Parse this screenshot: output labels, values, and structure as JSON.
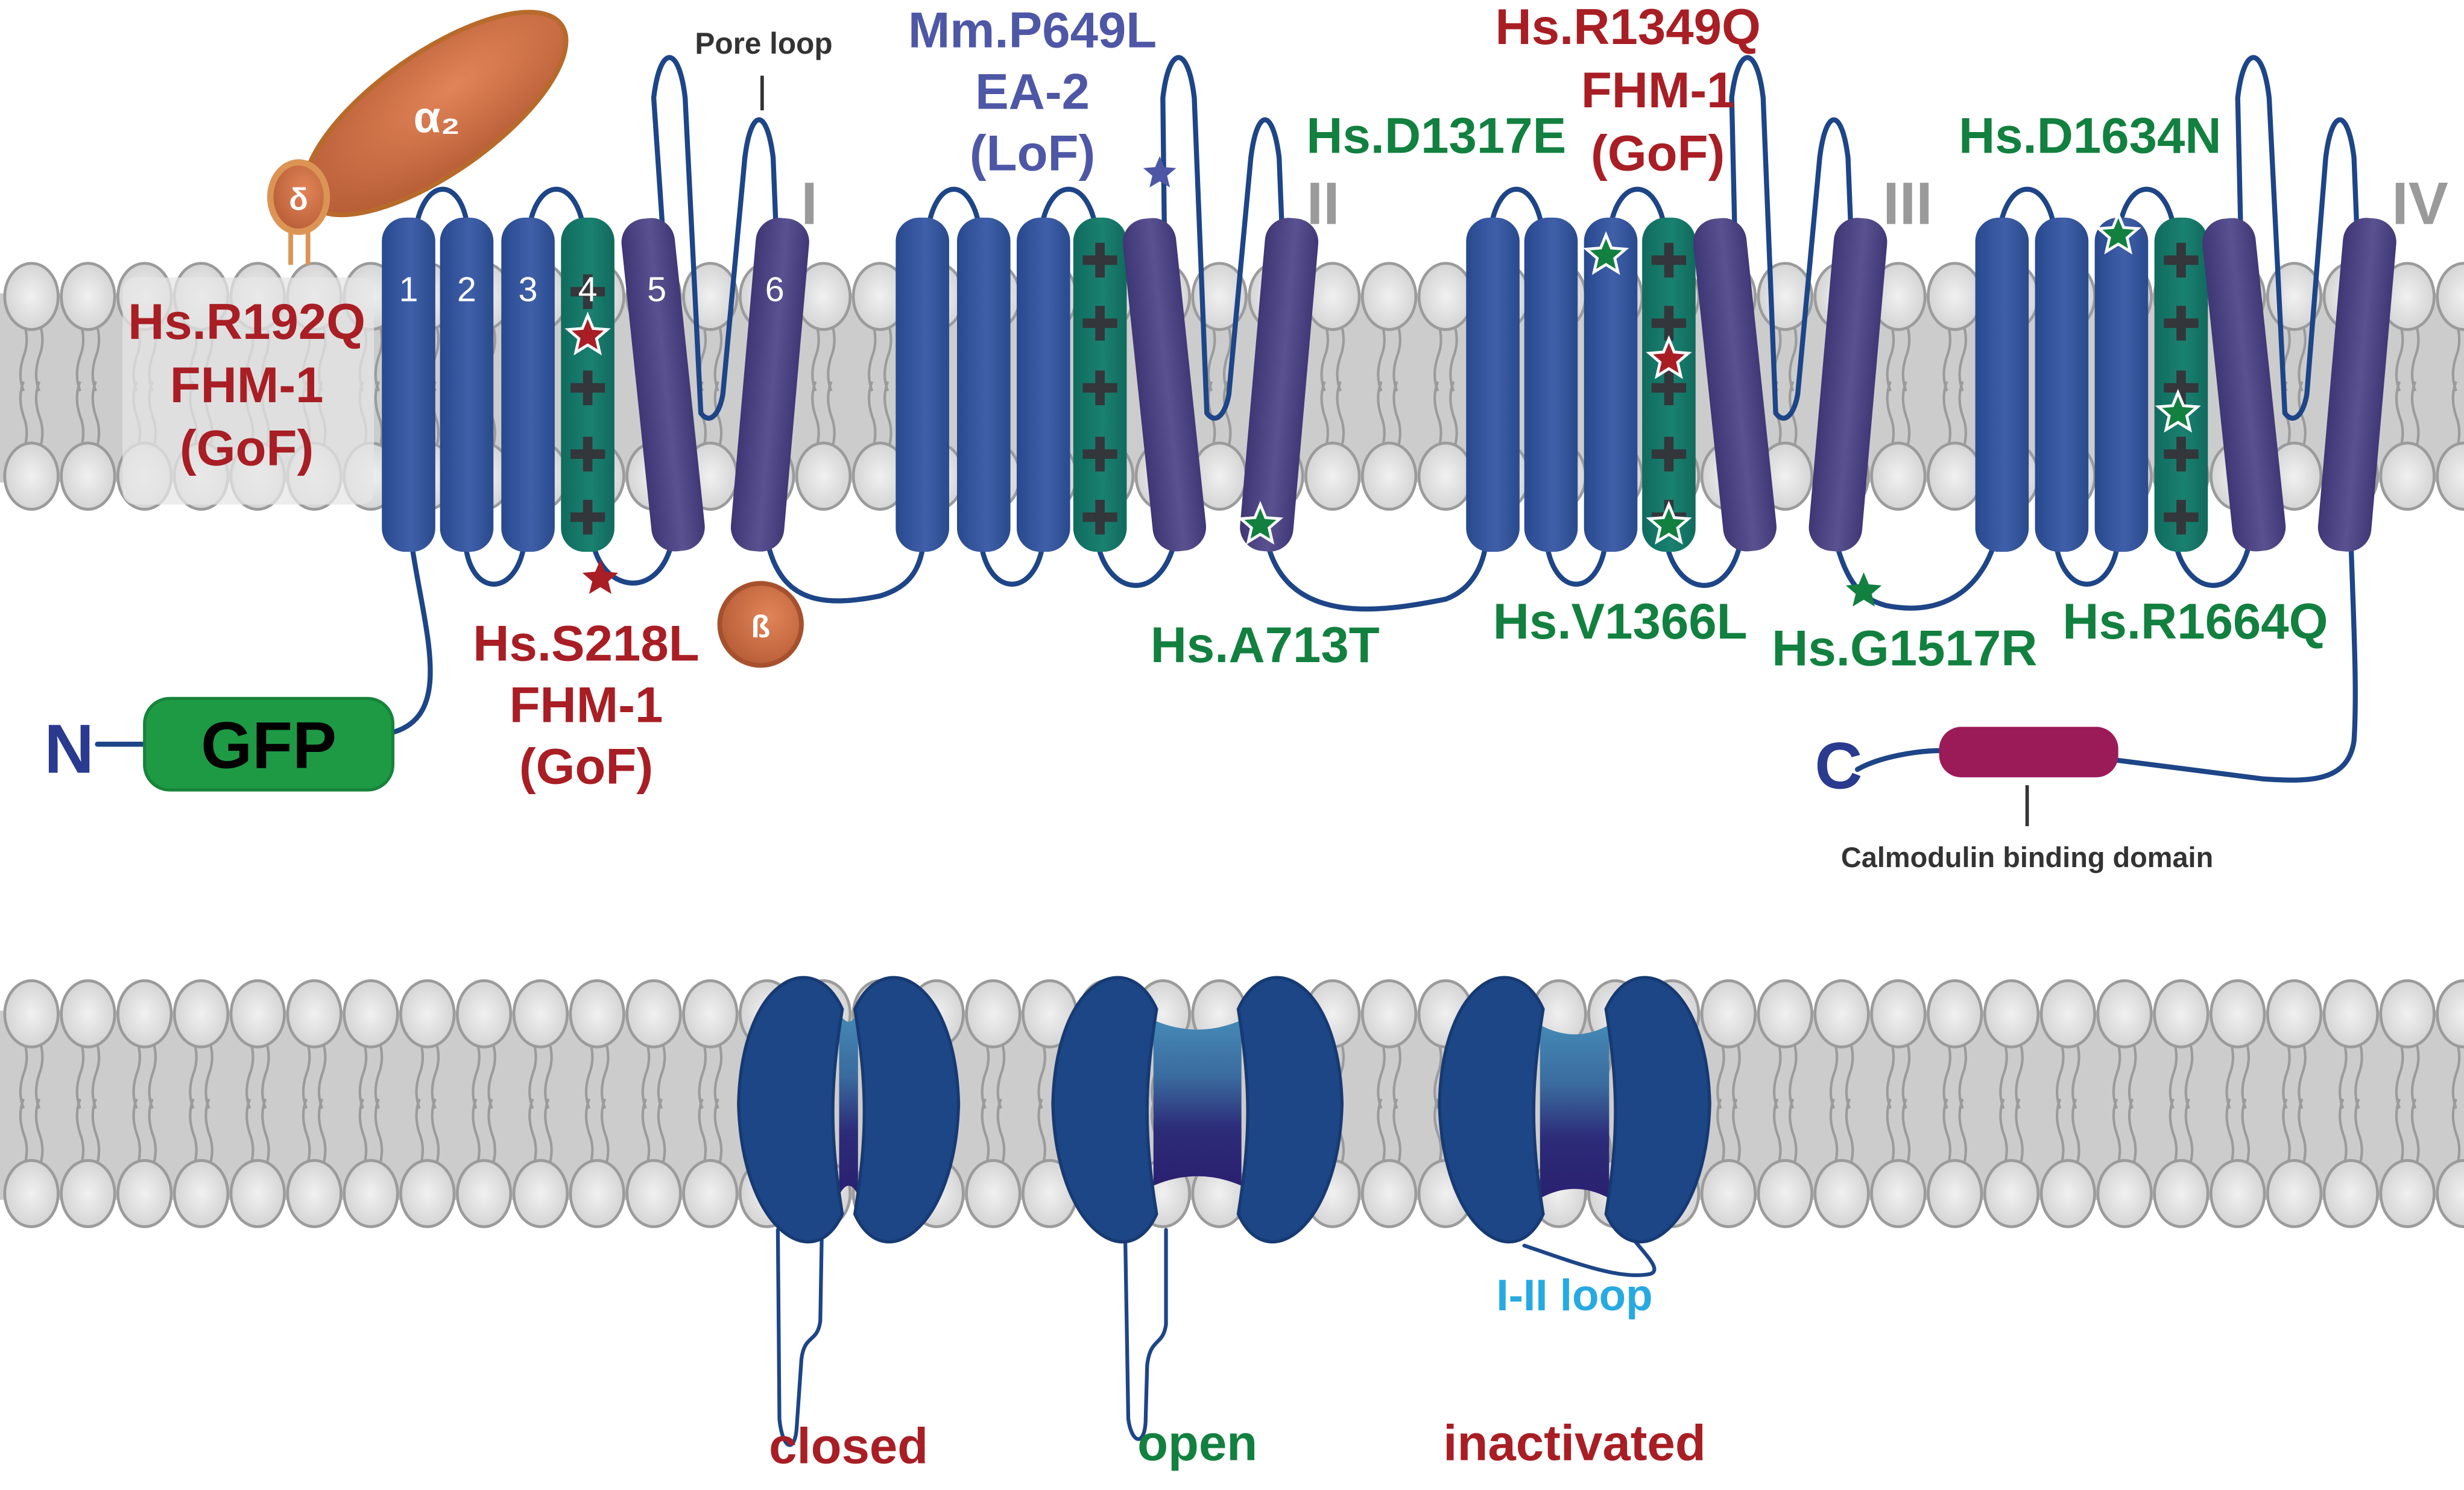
{
  "figure": {
    "title": "CaV2.1 channel topology with mutations and gating states",
    "colors": {
      "helix_s1_s3": "#3a5ba6",
      "helix_s4": "#167a6b",
      "helix_s5_s6": "#4d4a86",
      "chain": "#1d4587",
      "membrane": "#cccccc",
      "lipid_head": "#e4e4e4",
      "gof_red": "#a81e24",
      "neutral_green": "#12803f",
      "lof_purple": "#4e57a6",
      "domain_gray": "#9a9a9a",
      "gfp": "#1e9a45",
      "calmodulin": "#9b1b59",
      "auxiliary_orange": "#c8663a",
      "loop_cyan": "#27aae1"
    },
    "subunits": {
      "alpha2": "α₂",
      "delta": "δ",
      "beta": "ß"
    },
    "segment_numbers": [
      "1",
      "2",
      "3",
      "4",
      "5",
      "6"
    ],
    "domains": [
      "I",
      "II",
      "III",
      "IV"
    ],
    "pore_loop_label": "Pore loop",
    "n_terminus": "N",
    "c_terminus": "C",
    "gfp_label": "GFP",
    "calmodulin_label": "Calmodulin binding domain",
    "s4_charge": "+",
    "mutations": [
      {
        "id": "R192Q",
        "lines": [
          "Hs.R192Q",
          "FHM-1",
          "(GoF)"
        ],
        "type": "GoF"
      },
      {
        "id": "S218L",
        "lines": [
          "Hs.S218L",
          "FHM-1",
          "(GoF)"
        ],
        "type": "GoF"
      },
      {
        "id": "P649L",
        "lines": [
          "Mm.P649L",
          "EA-2",
          "(LoF)"
        ],
        "type": "LoF"
      },
      {
        "id": "R1349Q",
        "lines": [
          "Hs.R1349Q",
          "FHM-1",
          "(GoF)"
        ],
        "type": "GoF"
      },
      {
        "id": "D1317E",
        "lines": [
          "Hs.D1317E"
        ],
        "type": "other"
      },
      {
        "id": "D1634N",
        "lines": [
          "Hs.D1634N"
        ],
        "type": "other"
      },
      {
        "id": "A713T",
        "lines": [
          "Hs.A713T"
        ],
        "type": "other"
      },
      {
        "id": "V1366L",
        "lines": [
          "Hs.V1366L"
        ],
        "type": "other"
      },
      {
        "id": "G1517R",
        "lines": [
          "Hs.G1517R"
        ],
        "type": "other"
      },
      {
        "id": "R1664Q",
        "lines": [
          "Hs.R1664Q"
        ],
        "type": "other"
      }
    ],
    "states": {
      "loop_label": "I-II loop",
      "labels": [
        "closed",
        "open",
        "inactivated"
      ]
    }
  }
}
